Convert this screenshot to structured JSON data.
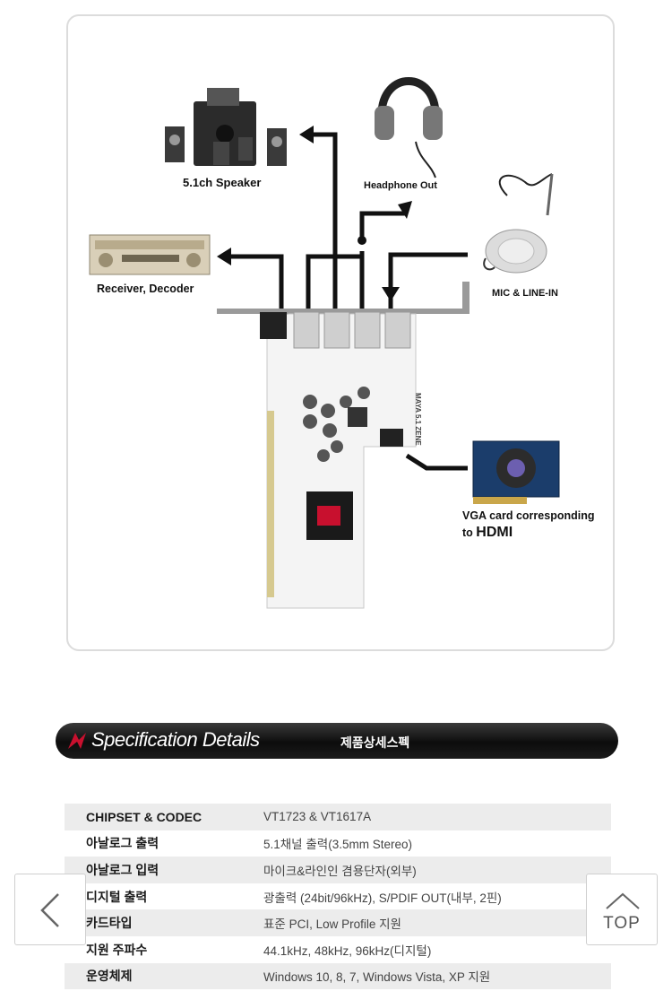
{
  "diagram": {
    "labels": {
      "speaker": "5.1ch Speaker",
      "headphone": "Headphone Out",
      "receiver": "Receiver, Decoder",
      "mic": "MIC & LINE-IN",
      "vga_line1": "VGA card corresponding",
      "vga_line2_prefix": "to ",
      "vga_line2_hdmi": "HDMI"
    },
    "card_text": {
      "model": "MAYA 5.1 ZENE"
    }
  },
  "spec": {
    "title": "Specification Details",
    "subtitle": "제품상세스펙",
    "rows": [
      {
        "key": "CHIPSET & CODEC",
        "value": "VT1723 & VT1617A"
      },
      {
        "key": "아날로그 출력",
        "value": "5.1채널 출력(3.5mm Stereo)"
      },
      {
        "key": "아날로그 입력",
        "value": "마이크&라인인 겸용단자(외부)"
      },
      {
        "key": "디지털 출력",
        "value": "광출력 (24bit/96kHz), S/PDIF OUT(내부, 2핀)"
      },
      {
        "key": "카드타입",
        "value": "표준 PCI, Low Profile 지원"
      },
      {
        "key": "지원 주파수",
        "value": "44.1kHz, 48kHz, 96kHz(디지털)"
      },
      {
        "key": "운영체제",
        "value": "Windows 10, 8, 7, Windows Vista, XP 지원"
      }
    ]
  },
  "nav": {
    "top_label": "TOP"
  },
  "colors": {
    "accent_red": "#c8102e",
    "bar_dark": "#111111",
    "card_white": "#f4f4f4"
  }
}
